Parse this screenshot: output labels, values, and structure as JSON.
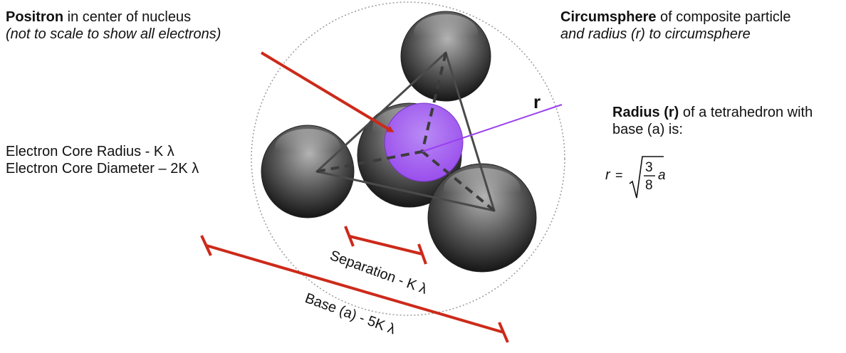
{
  "positron": {
    "bold": "Positron",
    "rest": " in center of nucleus",
    "note": "(not to scale to show all electrons)"
  },
  "circumsphere": {
    "bold": "Circumsphere",
    "rest": " of composite particle",
    "note": "and radius (r) to circumsphere"
  },
  "radius_desc": {
    "bold": "Radius (r)",
    "rest": " of a tetrahedron with",
    "line2": "base (a) is:"
  },
  "core": {
    "radius": "Electron Core Radius - K λ",
    "diameter": "Electron Core Diameter – 2K λ"
  },
  "formula": {
    "lhs": "r",
    "eq": "=",
    "num": "3",
    "den": "8",
    "var": "a"
  },
  "r_label": "r",
  "separation_label": "Separation - K λ",
  "base_label": "Base (a) - 5K λ",
  "colors": {
    "arrow": "#cc2a1a",
    "dimension": "#cc2a1a",
    "positron": "#a35cf0",
    "radius_line": "#9a3ef0",
    "electron_dark": "#1c1c1c",
    "electron_light": "#a8a8a8",
    "edges": "#4a4a4a",
    "circumsphere": "#9a9a9a"
  }
}
